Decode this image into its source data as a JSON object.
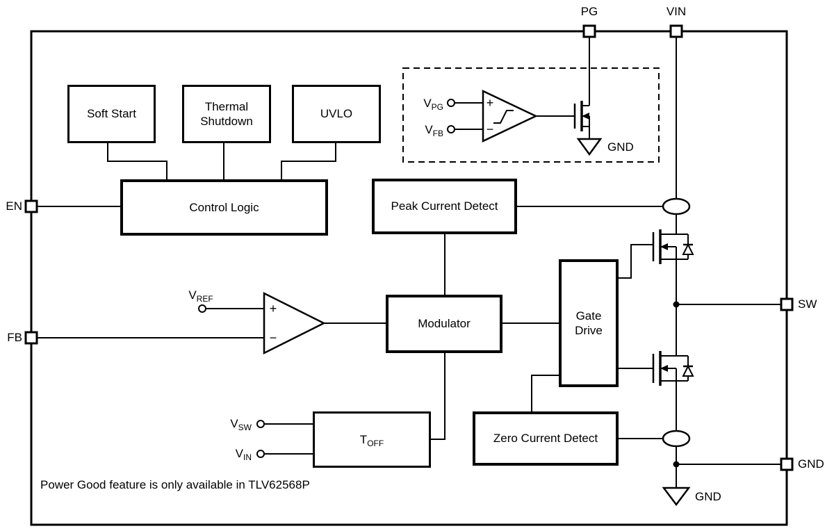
{
  "pins": {
    "pg": "PG",
    "vin": "VIN",
    "en": "EN",
    "fb": "FB",
    "sw": "SW",
    "gnd": "GND"
  },
  "blocks": {
    "soft_start": "Soft Start",
    "thermal_shutdown": [
      "Thermal",
      "Shutdown"
    ],
    "uvlo": "UVLO",
    "control_logic": "Control Logic",
    "peak_current_detect": "Peak Current Detect",
    "modulator": "Modulator",
    "gate_drive": [
      "Gate",
      "Drive"
    ],
    "toff": {
      "base": "T",
      "sub": "OFF"
    },
    "zero_current_detect": "Zero Current Detect"
  },
  "signal_labels": {
    "vpg": {
      "base": "V",
      "sub": "PG"
    },
    "vfb": {
      "base": "V",
      "sub": "FB"
    },
    "vref": {
      "base": "V",
      "sub": "REF"
    },
    "vsw": {
      "base": "V",
      "sub": "SW"
    },
    "vin": {
      "base": "V",
      "sub": "IN"
    }
  },
  "comparators": {
    "plus": "+",
    "minus": "−"
  },
  "ground_labels": {
    "pg_section": "GND",
    "bottom": "GND"
  },
  "footnote": "Power Good feature is only available in TLV62568P",
  "colors": {
    "line": "#000000",
    "background": "#ffffff"
  }
}
